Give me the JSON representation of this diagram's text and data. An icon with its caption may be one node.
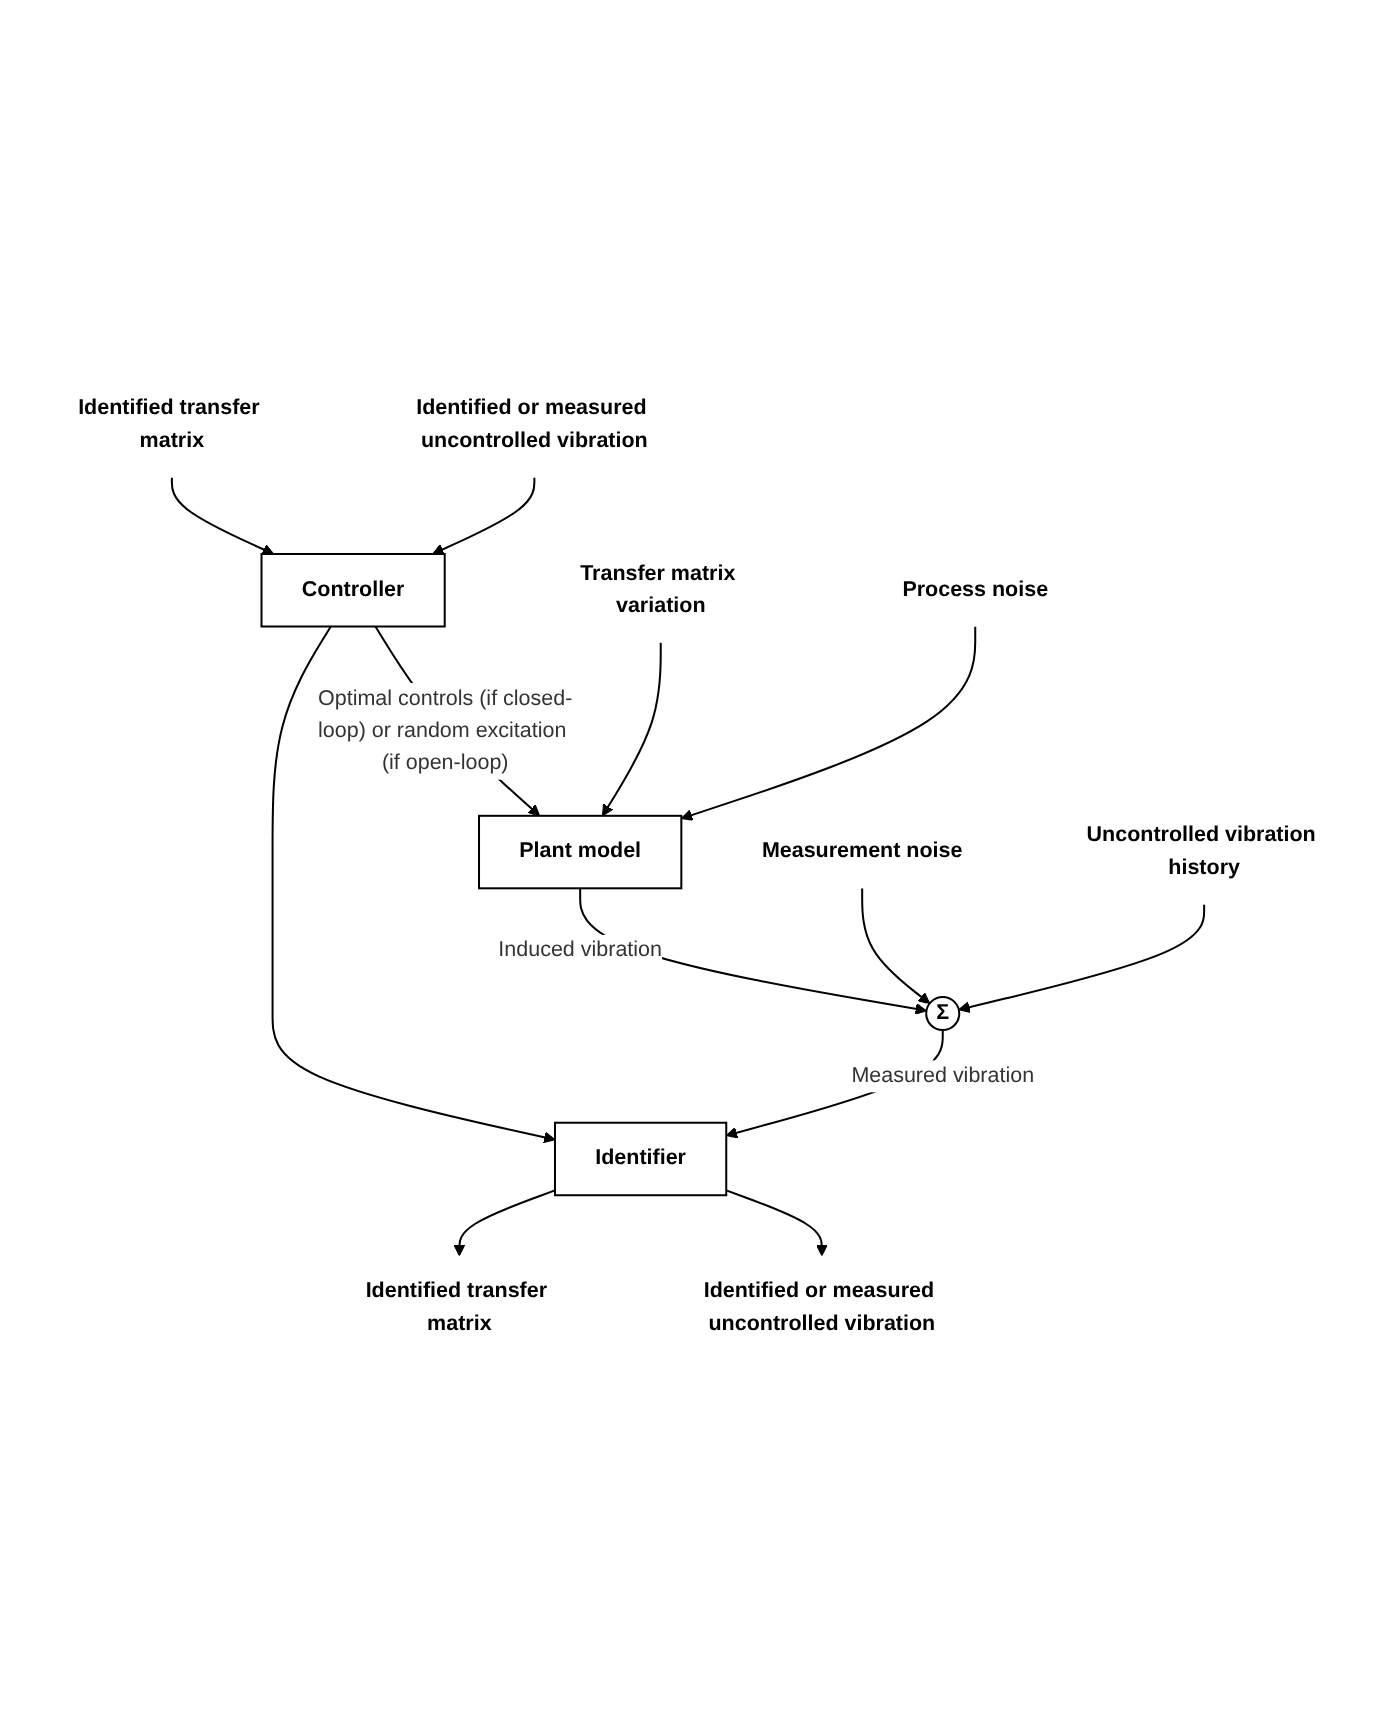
{
  "diagram": {
    "nodes": [
      {
        "text": [
          "Identified transfer matrix"
        ]
      },
      {
        "text": [
          "Identified or measured uncontrolled vibration"
        ]
      },
      {
        "text": [
          "Controller"
        ]
      },
      {
        "text": [
          "Plant model"
        ]
      },
      {
        "text": [
          "Transfer matrix variation"
        ]
      },
      {
        "text": [
          "Process noise"
        ]
      },
      {
        "text": [
          "Σ"
        ]
      },
      {
        "text": [
          "Measurement noise"
        ]
      },
      {
        "text": [
          "Uncontrolled vibration history"
        ]
      },
      {
        "text": [
          "Identifier"
        ]
      },
      {
        "text": [
          "Identified transfer matrix"
        ]
      },
      {
        "text": [
          "Identified or measured uncontrolled vibration"
        ]
      }
    ],
    "edges": [
      {
        "from": 0,
        "to": 2,
        "arrow": "to"
      },
      {
        "from": 1,
        "to": 2,
        "arrow": "to"
      },
      {
        "from": 2,
        "to": 9,
        "arrow": "to"
      },
      {
        "from": 2,
        "to": 3,
        "arrow": "to",
        "label": "Optimal controls (if closed-loop) or random excitation (if open-loop)"
      },
      {
        "from": 4,
        "to": 3,
        "arrow": "to"
      },
      {
        "from": 5,
        "to": 3,
        "arrow": "to"
      },
      {
        "from": 3,
        "to": 6,
        "arrow": "to",
        "label": "Induced vibration"
      },
      {
        "from": 7,
        "to": 6,
        "arrow": "to"
      },
      {
        "from": 8,
        "to": 6,
        "arrow": "to"
      },
      {
        "from": 6,
        "to": 9,
        "arrow": "to",
        "label": "Measured vibration"
      },
      {
        "from": 9,
        "to": 10,
        "arrow": "to"
      },
      {
        "from": 9,
        "to": 11,
        "arrow": "to"
      }
    ]
  }
}
